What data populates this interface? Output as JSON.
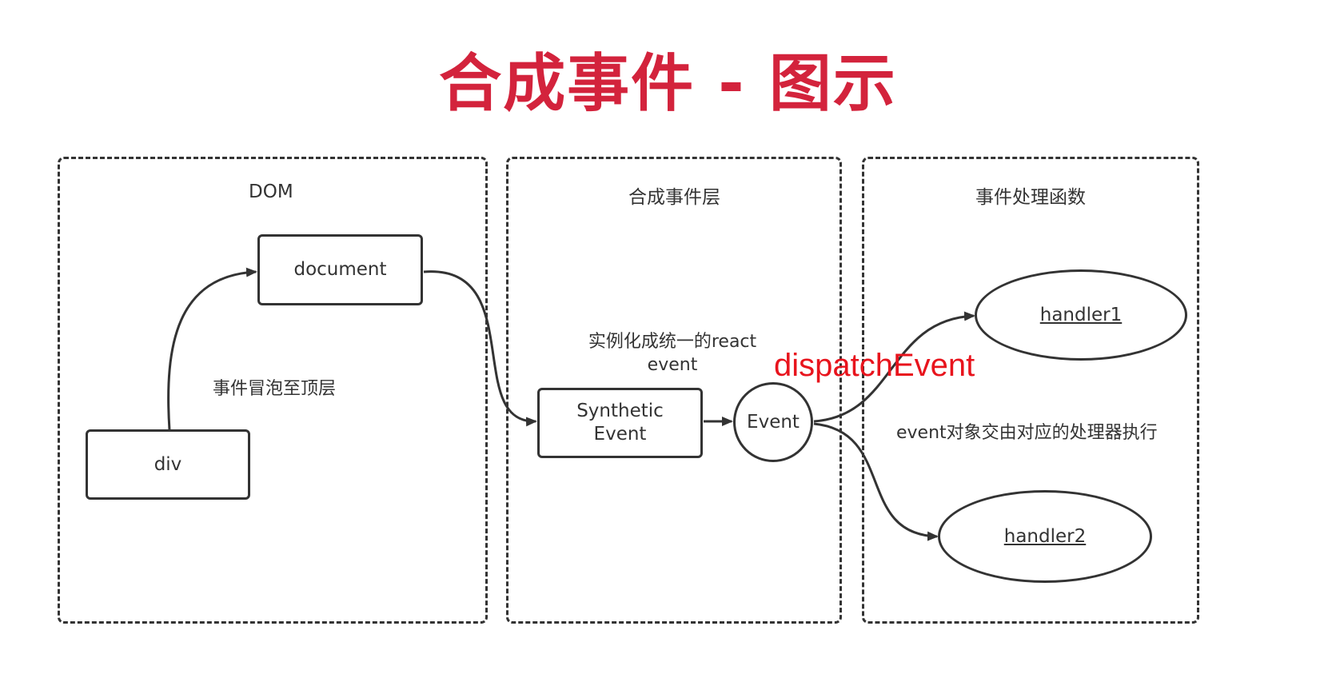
{
  "title": "合成事件 - 图示",
  "panels": {
    "dom": {
      "title": "DOM"
    },
    "synthetic": {
      "title": "合成事件层"
    },
    "handlers": {
      "title": "事件处理函数"
    }
  },
  "nodes": {
    "div": "div",
    "document": "document",
    "synthetic_event": "Synthetic\nEvent",
    "event": "Event",
    "handler1": "handler1",
    "handler2": "handler2"
  },
  "notes": {
    "bubble": "事件冒泡至顶层",
    "instantiate": "实例化成统一的react\nevent",
    "dispatch": "dispatchEvent",
    "execute": "event对象交由对应的处理器执行"
  },
  "colors": {
    "title": "#d3233c",
    "dispatch": "#e8141d",
    "stroke": "#333333"
  }
}
